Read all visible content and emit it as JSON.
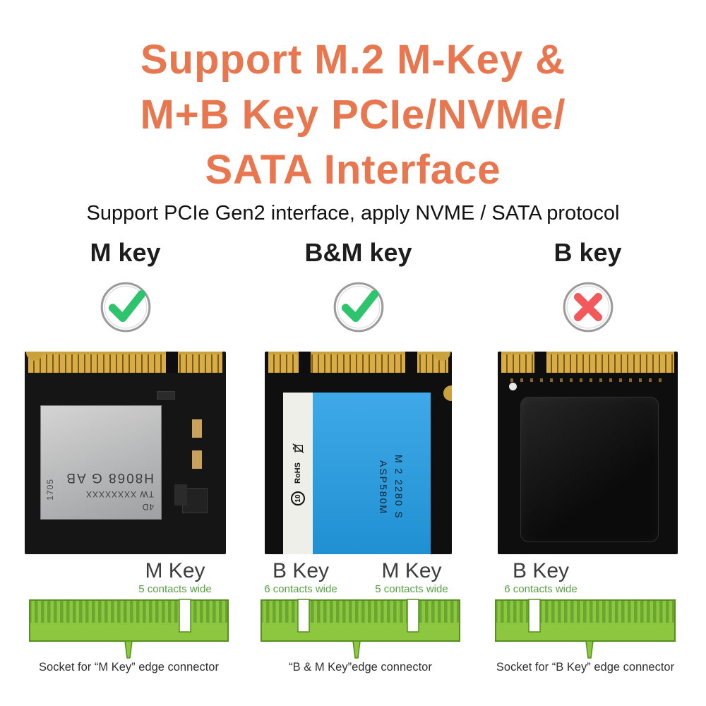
{
  "colors": {
    "accent": "#E8764E",
    "check-green": "#2EC46D",
    "cross-red": "#F2595B",
    "connector-green": "#8DC63F",
    "connector-stripe": "#6CA52F",
    "connector-outline": "#55901F",
    "contacts-label-green": "#56A142"
  },
  "title": {
    "lines": [
      "Support M.2 M-Key &",
      "M+B Key PCIe/NVMe/",
      "SATA Interface"
    ]
  },
  "subtitle": "Support PCIe Gen2 interface, apply NVME / SATA protocol",
  "columns": [
    {
      "header": "M key",
      "status": "supported",
      "keys": [
        {
          "name": "M Key",
          "contacts": "5 contacts wide"
        }
      ],
      "caption": "Socket for “M Key” edge connector"
    },
    {
      "header": "B&M key",
      "status": "supported",
      "keys": [
        {
          "name": "B Key",
          "contacts": "6 contacts wide"
        },
        {
          "name": "M Key",
          "contacts": "5 contacts wide"
        }
      ],
      "caption": "“B & M Key”edge connector"
    },
    {
      "header": "B key",
      "status": "not-supported",
      "keys": [
        {
          "name": "B Key",
          "contacts": "6 contacts wide"
        }
      ],
      "caption": "Socket for “B Key” edge connector"
    }
  ],
  "ssd_m_key": {
    "chip_code": "4D",
    "chip_vendor": "TW XXXXXXXX",
    "chip_model": "H8068  G  AB",
    "chip_date": "1705"
  },
  "ssd_bm_key": {
    "rohs_label": "RoHS",
    "weee_number": "10",
    "label_text_1": "M 2 2280 S",
    "label_text_2": "ASP580M"
  }
}
